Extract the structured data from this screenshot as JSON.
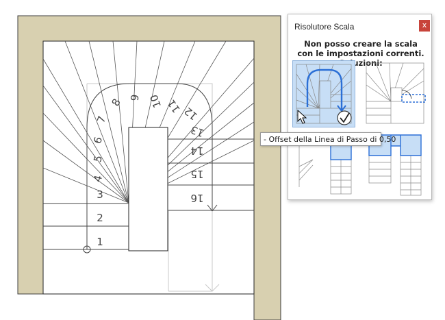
{
  "dialog": {
    "title": "Risolutore Scala",
    "close_label": "x",
    "message": "Non posso creare la scala con le impostazioni correnti. Soluzioni:"
  },
  "tooltip": {
    "text": "- Offset della Linea di Passo di 0,50"
  },
  "stair": {
    "step_numbers": [
      "1",
      "2",
      "3",
      "4",
      "5",
      "6",
      "7",
      "8",
      "9",
      "10",
      "11",
      "12",
      "13",
      "14",
      "15",
      "16"
    ]
  },
  "colors": {
    "wall": "#d8d0b0",
    "option_highlight": "#c7def6",
    "option_accent": "#2b6fd6",
    "close_button": "#c8443b"
  },
  "icons": {
    "close": "close-icon",
    "confirm": "checkmark-icon",
    "cursor": "mouse-cursor-icon"
  }
}
